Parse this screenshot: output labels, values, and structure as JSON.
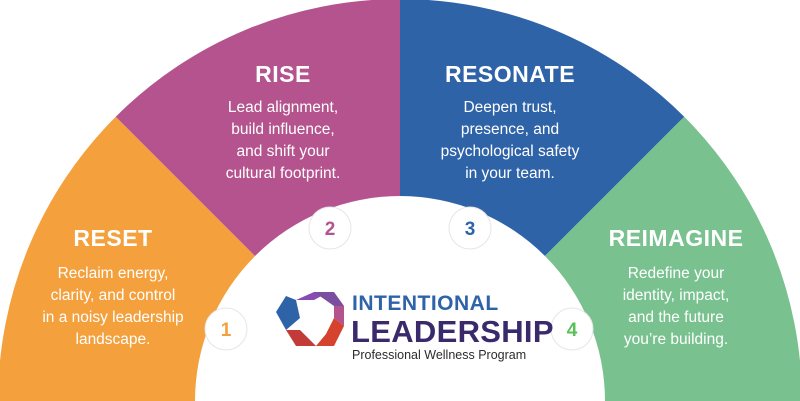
{
  "segments": [
    {
      "key": "reset",
      "title": "RESET",
      "lines": [
        "Reclaim energy,",
        "clarity, and control",
        "in a noisy leadership",
        "landscape."
      ],
      "number": "1",
      "color": "#f4a03c",
      "number_color": "#f4a03c"
    },
    {
      "key": "rise",
      "title": "RISE",
      "lines": [
        "Lead alignment,",
        "build influence,",
        "and shift your",
        "cultural footprint."
      ],
      "number": "2",
      "color": "#b5538f",
      "number_color": "#b5538f"
    },
    {
      "key": "resonate",
      "title": "RESONATE",
      "lines": [
        "Deepen trust,",
        "presence, and",
        "psychological safety",
        "in your team."
      ],
      "number": "3",
      "color": "#2f63a8",
      "number_color": "#2f63a8"
    },
    {
      "key": "reimagine",
      "title": "REIMAGINE",
      "lines": [
        "Redefine your",
        "identity, impact,",
        "and the future",
        "you’re building."
      ],
      "number": "4",
      "color": "#79c28f",
      "number_color": "#5bbf5a"
    }
  ],
  "logo": {
    "line1": "INTENTIONAL",
    "line2": "LEADERSHIP",
    "line3": "Professional Wellness Program",
    "icon": "hexagon-logo-icon"
  }
}
